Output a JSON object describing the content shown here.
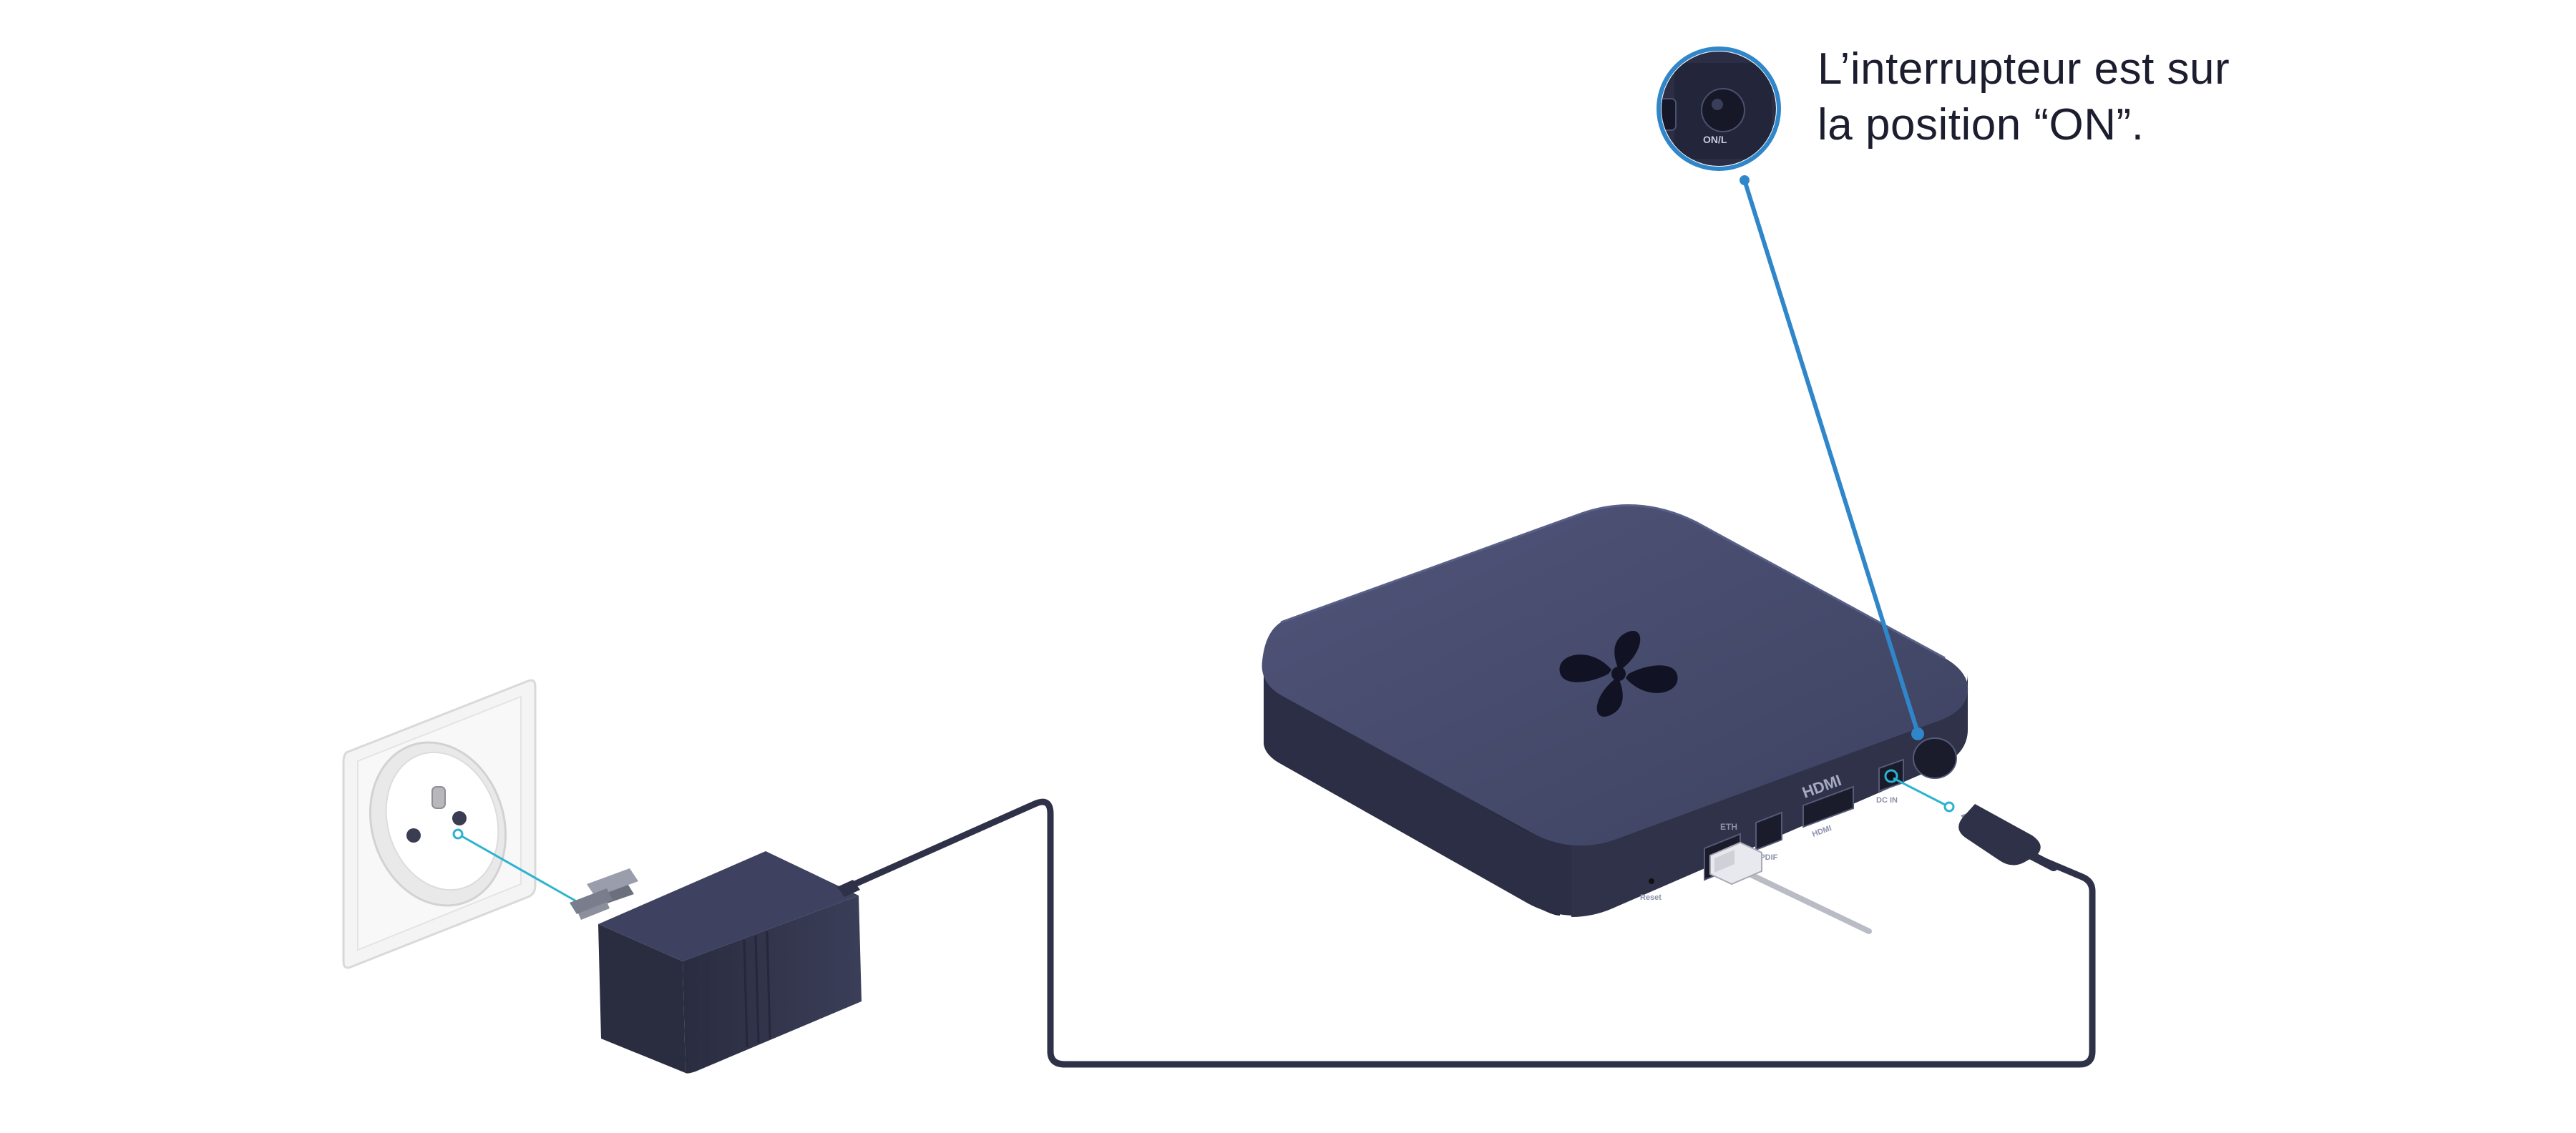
{
  "caption": {
    "line1": "L’interrupteur est sur",
    "line2": "la position “ON”."
  },
  "ports": {
    "hdmi": "HDMI",
    "hdmi_sub": "HDMI",
    "dc_in": "DC IN",
    "spdif": "SPDIF",
    "eth": "ETH",
    "reset": "Reset",
    "zoom_on": "ON/L"
  },
  "colors": {
    "device_top": "#454a68",
    "device_side": "#2a2d42",
    "device_side_dark": "#1e2032",
    "adapter": "#34374f",
    "cable": "#2e3147",
    "callout_blue": "#2f86c9",
    "callout_cyan": "#2bb3cf",
    "outlet": "#f3f3f3"
  },
  "icons": {
    "logo": "cloverleaf-logo-icon",
    "zoom": "power-switch-zoom-icon"
  }
}
